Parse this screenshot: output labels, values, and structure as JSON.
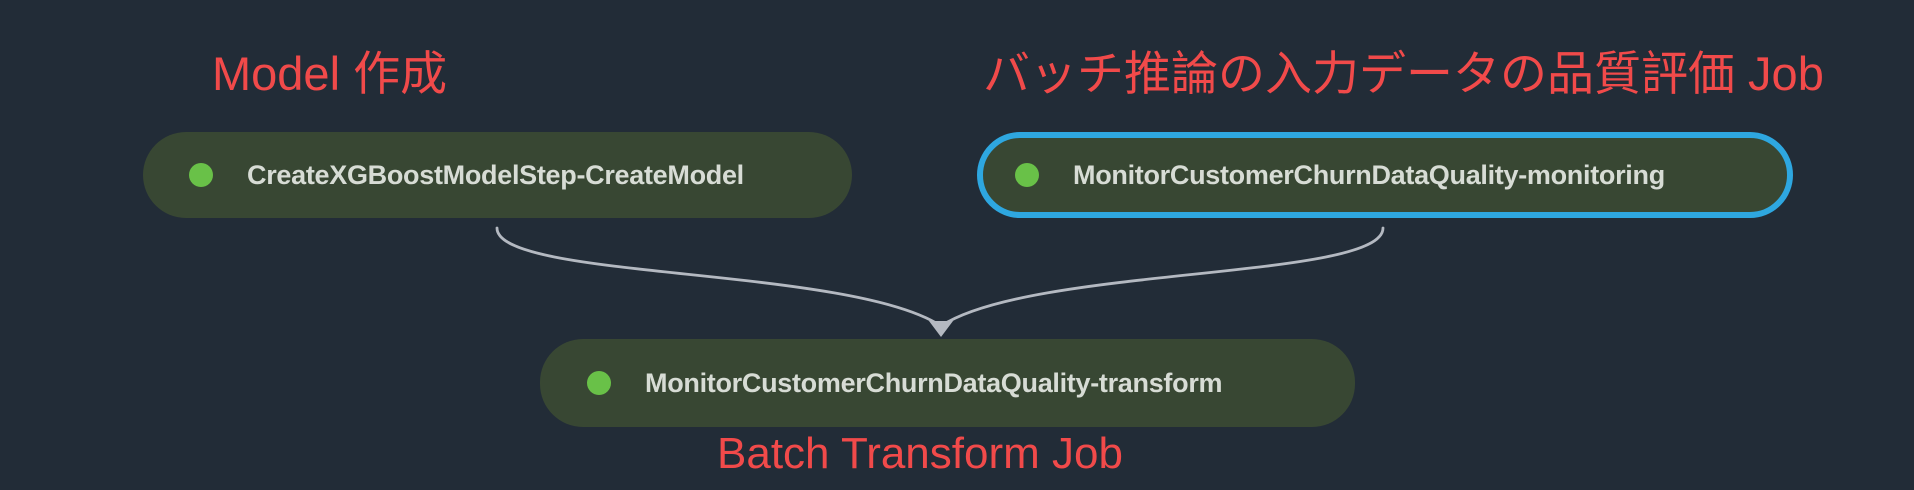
{
  "canvas": {
    "background_color": "#222c37"
  },
  "colors": {
    "node_fill": "#384733",
    "node_text": "#d7dcd5",
    "status_dot_green": "#69c148",
    "selected_border_blue": "#2ea7e0",
    "annotation_red": "#f14a4a",
    "edge_stroke": "#b4b9c1"
  },
  "annotations": {
    "model_creation": {
      "text": "Model 作成"
    },
    "quality_job": {
      "text": "バッチ推論の入力データの品質評価 Job"
    },
    "batch_transform": {
      "text": "Batch Transform Job"
    }
  },
  "nodes": [
    {
      "id": "create-model",
      "label": "CreateXGBoostModelStep-CreateModel",
      "status_icon": "green-dot",
      "selected": false
    },
    {
      "id": "monitoring",
      "label": "MonitorCustomerChurnDataQuality-monitoring",
      "status_icon": "green-dot",
      "selected": true
    },
    {
      "id": "transform",
      "label": "MonitorCustomerChurnDataQuality-transform",
      "status_icon": "green-dot",
      "selected": false
    }
  ],
  "edges": [
    {
      "from": "create-model",
      "to": "transform"
    },
    {
      "from": "monitoring",
      "to": "transform"
    }
  ]
}
